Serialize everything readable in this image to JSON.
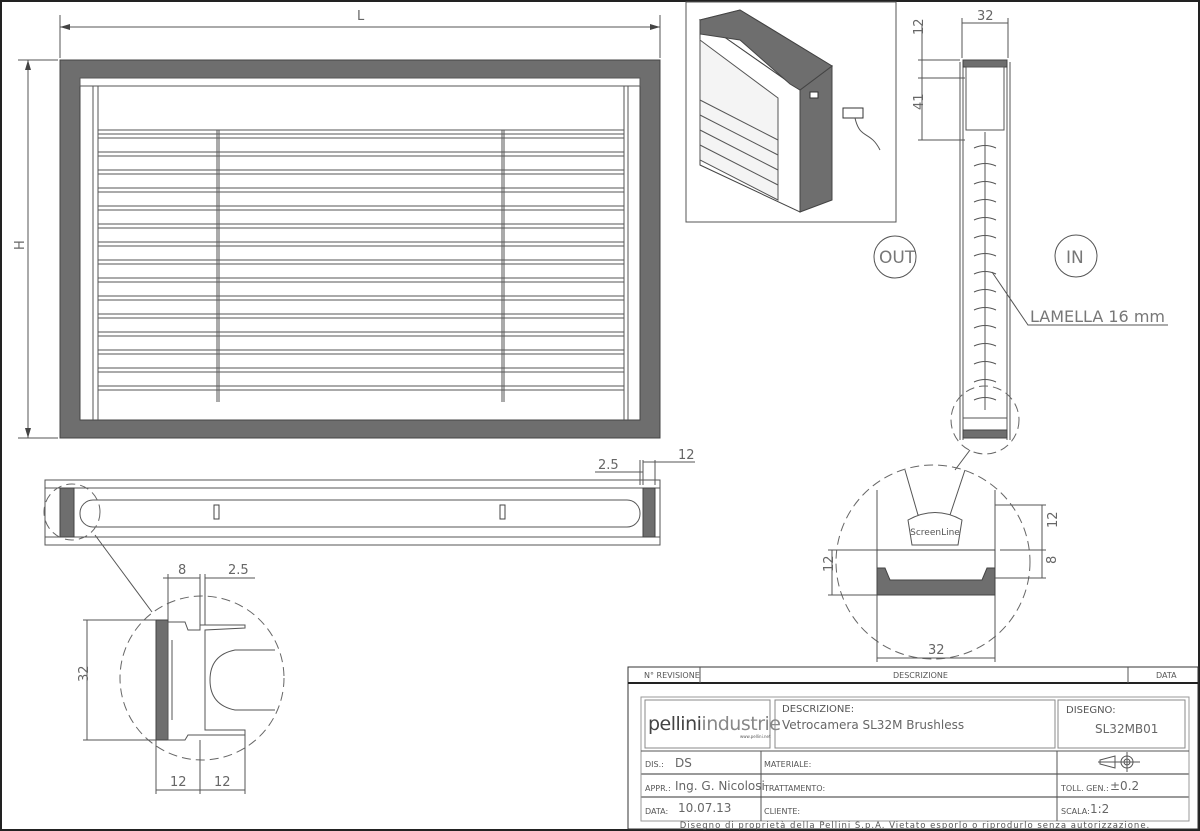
{
  "drawing": {
    "elevation": {
      "width_label": "L",
      "height_label": "H"
    },
    "section": {
      "width_dim": "32",
      "top_dim": "12",
      "head_dim": "41",
      "side_out": "OUT",
      "side_in": "IN",
      "lamella_label": "LAMELLA 16 mm"
    },
    "plan": {
      "dim_a": "2.5",
      "dim_b": "12"
    },
    "detail_left": {
      "dim_top_a": "8",
      "dim_top_b": "2.5",
      "dim_height": "32",
      "dim_bottom_a": "12",
      "dim_bottom_b": "12"
    },
    "detail_right": {
      "brand": "ScreenLine",
      "dim_left": "12",
      "dim_right_a": "12",
      "dim_right_b": "8",
      "dim_bottom": "32"
    }
  },
  "title_block": {
    "revision_header": {
      "number": "N° REVISIONE",
      "description": "DESCRIZIONE",
      "date": "DATA"
    },
    "logo": {
      "name_a": "pellini",
      "name_b": "industrie",
      "web": "www.pellini.net"
    },
    "description_label": "DESCRIZIONE:",
    "description_value": "Vetrocamera SL32M Brushless",
    "drawing_label": "DISEGNO:",
    "drawing_value": "SL32MB01",
    "dis_label": "DIS.:",
    "dis_value": "DS",
    "appr_label": "APPR.:",
    "appr_value": "Ing. G. Nicolosi",
    "data_label": "DATA:",
    "data_value": "10.07.13",
    "materiale_label": "MATERIALE:",
    "trattamento_label": "TRATTAMENTO:",
    "cliente_label": "CLIENTE:",
    "toll_label": "TOLL. GEN.:",
    "toll_value": "±0.2",
    "scala_label": "SCALA:",
    "scala_value": "1:2",
    "footer": "Disegno di proprietà della Pellini S.p.A. Vietato esporlo o riprodurlo senza autorizzazione."
  }
}
